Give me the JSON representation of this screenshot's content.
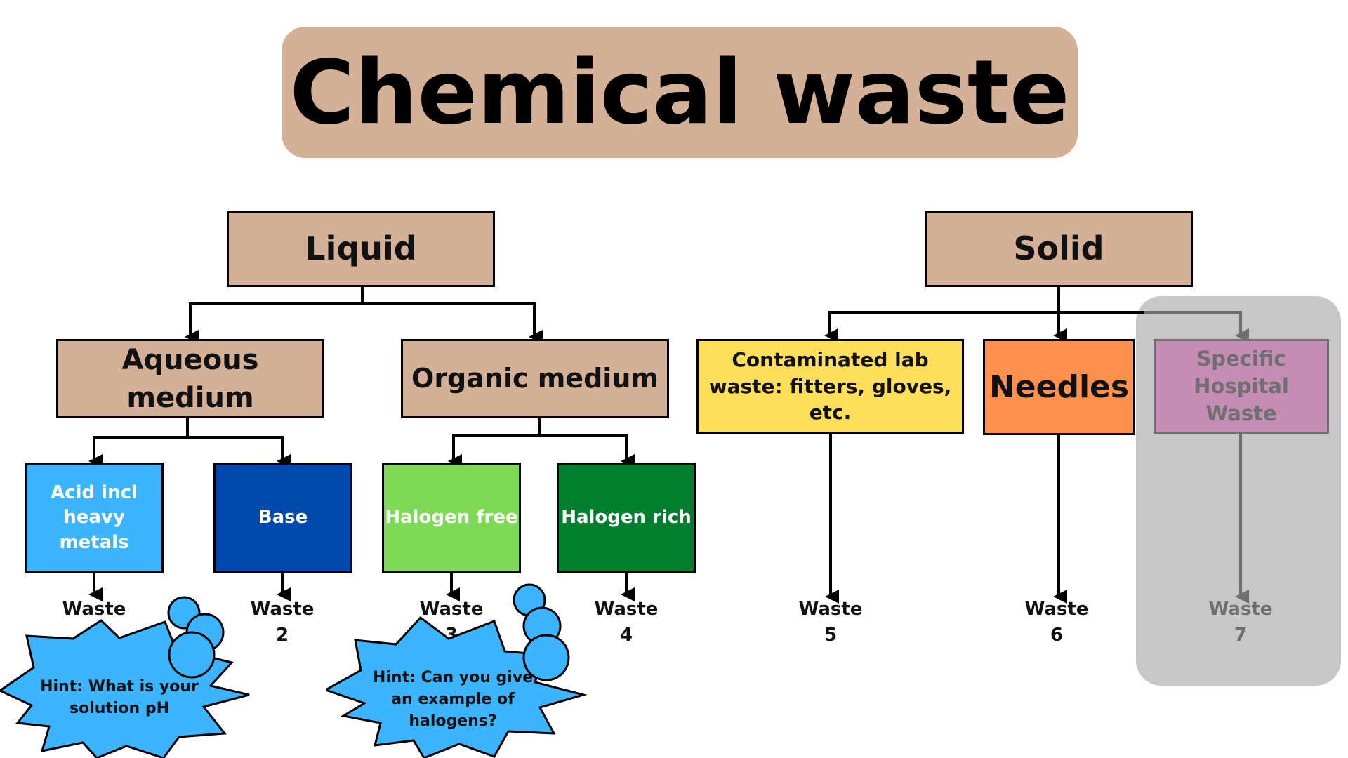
{
  "title": "Chemical waste",
  "categories": {
    "liquid": "Liquid",
    "solid": "Solid"
  },
  "liquid": {
    "aqueous": {
      "label": "Aqueous medium",
      "children": [
        {
          "label": "Acid incl heavy metals",
          "waste": "Waste",
          "number": "1",
          "color": "#3bb5ff"
        },
        {
          "label": "Base",
          "waste": "Waste",
          "number": "2",
          "color": "#004aad"
        }
      ]
    },
    "organic": {
      "label": "Organic medium",
      "children": [
        {
          "label": "Halogen free",
          "waste": "Waste",
          "number": "3",
          "color": "#7ed957"
        },
        {
          "label": "Halogen rich",
          "waste": "Waste",
          "number": "4",
          "color": "#00802f"
        }
      ]
    }
  },
  "solid": {
    "children": [
      {
        "label": "Contaminated lab waste: fitters, gloves, etc.",
        "waste": "Waste",
        "number": "5",
        "color": "#ffde59"
      },
      {
        "label": "Needles",
        "waste": "Waste",
        "number": "6",
        "color": "#ff914d"
      },
      {
        "label": "Specific Hospital Waste",
        "waste": "Waste",
        "number": "7",
        "color": "#c58cb4"
      }
    ]
  },
  "hints": [
    "Hint: What is your solution pH",
    "Hint: Can you give an example of halogens?"
  ],
  "colors": {
    "tan": "#d3b096",
    "hint_blue": "#3bb5ff",
    "disabled_grey": "#c7c7c7",
    "disabled_text": "#6f6f6f"
  }
}
